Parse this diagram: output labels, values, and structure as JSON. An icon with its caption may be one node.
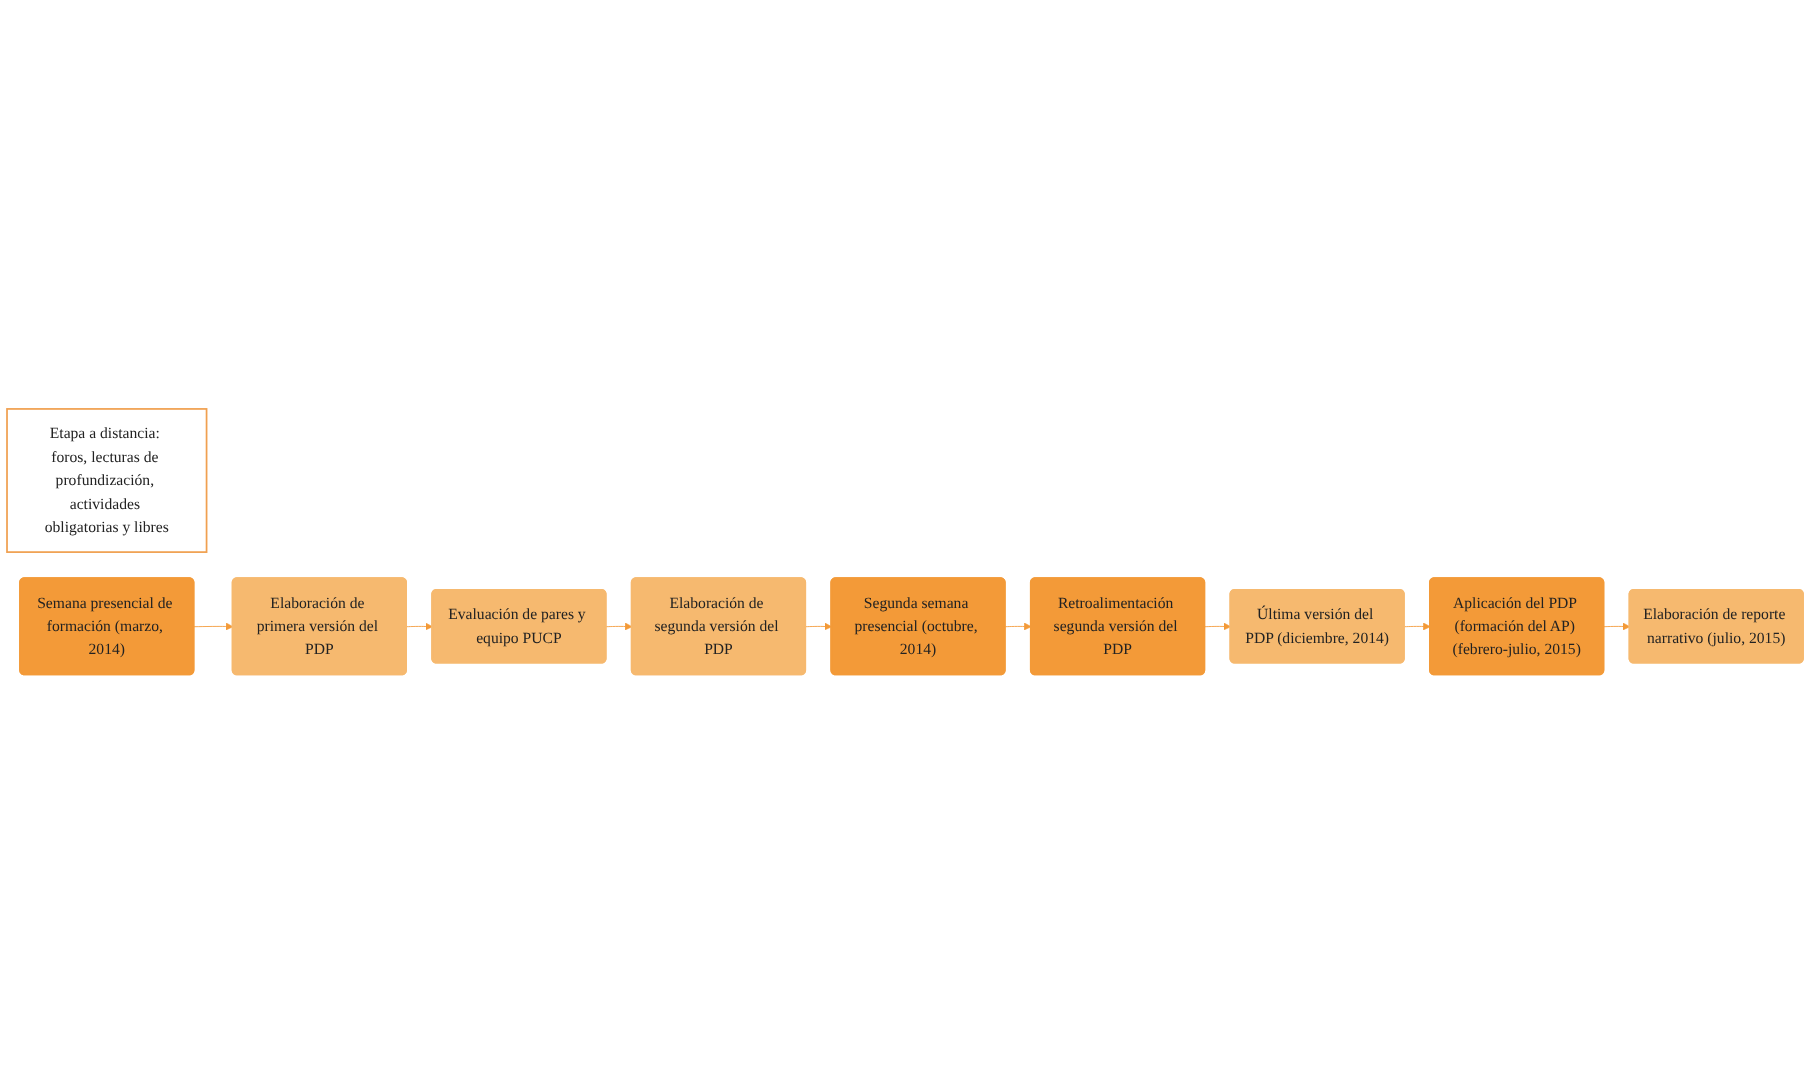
{
  "diagram": {
    "nodes": [
      {
        "text": [
          "Etapa a distancia: foros, lecturas de profundización, actividades obligatorias y libres"
        ]
      },
      {
        "text": [
          "Semana presencial de formación (marzo, 2014)"
        ]
      },
      {
        "text": [
          "Elaboración de primera versión del PDP"
        ]
      },
      {
        "text": [
          "Evaluación de pares y equipo PUCP"
        ]
      },
      {
        "text": [
          "Retroalimentación segunda versión del PDP"
        ]
      },
      {
        "text": [
          "Segunda semana presencial (octubre, 2014)"
        ]
      },
      {
        "text": [
          "Elaboración de segunda versión del PDP"
        ]
      },
      {
        "text": [
          "Última versión del PDP (diciembre, 2014)"
        ]
      },
      {
        "text": [
          "Aplicación del PDP (formación del AP) (febrero-julio, 2015)"
        ]
      },
      {
        "text": [
          "Elaboración de reporte narrativo (julio, 2015)"
        ]
      }
    ],
    "edges": [
      {
        "from": 1,
        "to": 2,
        "arrow": "to"
      },
      {
        "from": 2,
        "to": 3,
        "arrow": "to"
      },
      {
        "from": 3,
        "to": 6,
        "arrow": "to"
      },
      {
        "from": 6,
        "to": 5,
        "arrow": "to"
      },
      {
        "from": 5,
        "to": 4,
        "arrow": "to"
      },
      {
        "from": 4,
        "to": 7,
        "arrow": "to"
      },
      {
        "from": 7,
        "to": 8,
        "arrow": "to"
      },
      {
        "from": 8,
        "to": 9,
        "arrow": "to"
      }
    ]
  }
}
